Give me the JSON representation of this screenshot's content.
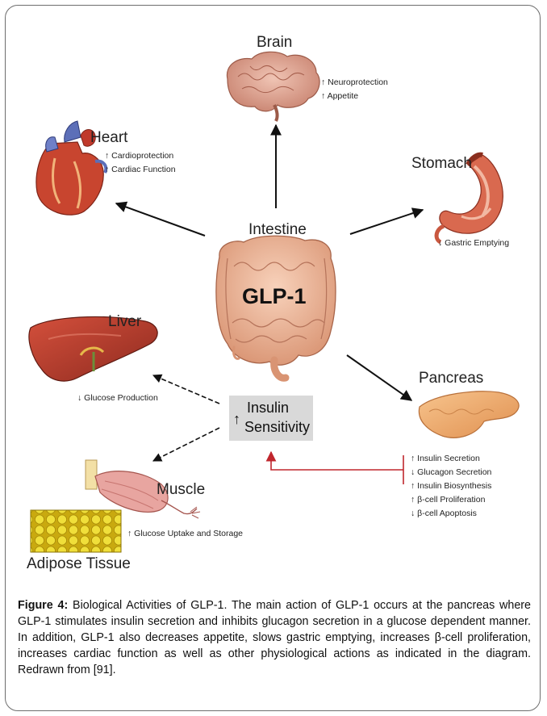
{
  "brain": {
    "title": "Brain",
    "effects": [
      "↑ Neuroprotection",
      "↑ Appetite"
    ]
  },
  "heart": {
    "title": "Heart",
    "effects": [
      "↑ Cardioprotection",
      "↑ Cardiac Function"
    ]
  },
  "stomach": {
    "title": "Stomach",
    "effects": [
      "↓ Gastric Emptying"
    ]
  },
  "intestine": {
    "title": "Intestine",
    "hormone": "GLP-1"
  },
  "liver": {
    "title": "Liver",
    "effects": [
      "↓ Glucose Production"
    ]
  },
  "pancreas": {
    "title": "Pancreas",
    "effects": [
      "↑ Insulin Secretion",
      "↓ Glucagon Secretion",
      "↑ Insulin Biosynthesis",
      "↑ β-cell Proliferation",
      "↓ β-cell Apoptosis"
    ]
  },
  "insulin_box": {
    "arrow": "↑",
    "line1": "Insulin",
    "line2": "Sensitivity"
  },
  "muscle": {
    "title": "Muscle",
    "effects": [
      "↑ Glucose Uptake and Storage"
    ]
  },
  "adipose": {
    "title": "Adipose Tissue"
  },
  "caption": {
    "label": "Figure 4:",
    "text": " Biological Activities of GLP-1. The main action of GLP-1 occurs at the pancreas where GLP-1 stimulates insulin secretion and inhibits glucagon secretion in a glucose dependent manner. In addition, GLP-1 also decreases appetite, slows gastric emptying, increases β-cell proliferation, increases cardiac function as well as other physiological actions as indicated in the diagram. Redrawn from [91]."
  },
  "colors": {
    "arrow": "#111111",
    "feedback": "#c0262d",
    "box": "#d9d9d9",
    "organ_red": "#b5352a",
    "intestine": "#e8b08f",
    "brain": "#dba08f",
    "fat": "#e6d21c"
  }
}
